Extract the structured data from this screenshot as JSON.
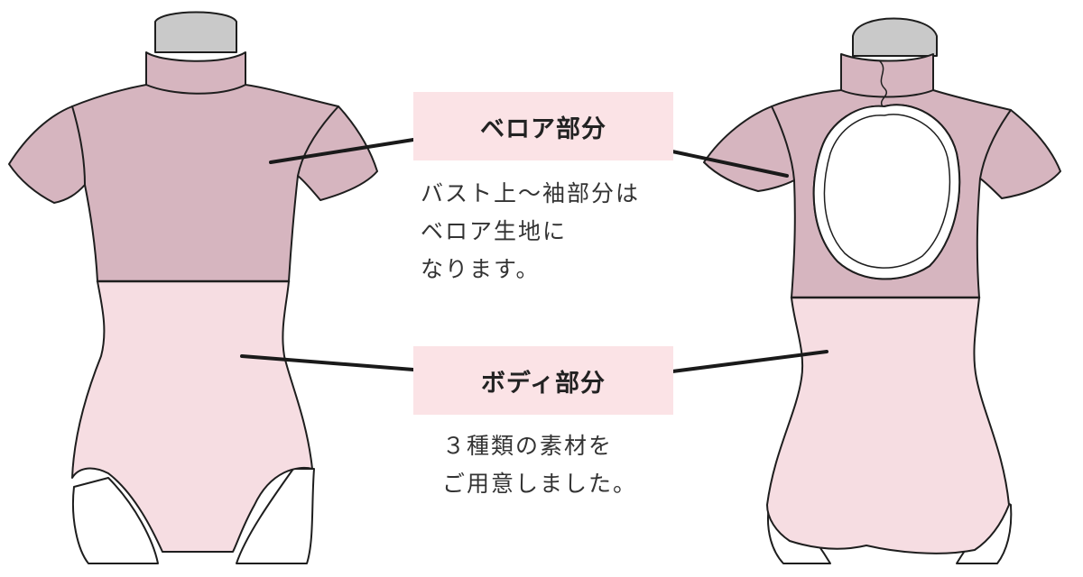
{
  "labels": {
    "velour": {
      "title": "ベロア部分",
      "note_lines": [
        "バスト上〜袖部分は",
        "ベロア生地に",
        "なります。"
      ]
    },
    "body": {
      "title": "ボディ部分",
      "note_lines": [
        "３種類の素材を",
        "ご用意しました。"
      ]
    }
  },
  "colors": {
    "velour_fabric": "#d6b5bf",
    "body_fabric": "#f6dde2",
    "mannequin": "#c9c9c9",
    "outline": "#1e1e1e",
    "label_background": "#fbe3e6"
  },
  "figures": {
    "front_view": {
      "icon": "leotard-front-icon"
    },
    "back_view": {
      "icon": "leotard-back-icon"
    }
  }
}
